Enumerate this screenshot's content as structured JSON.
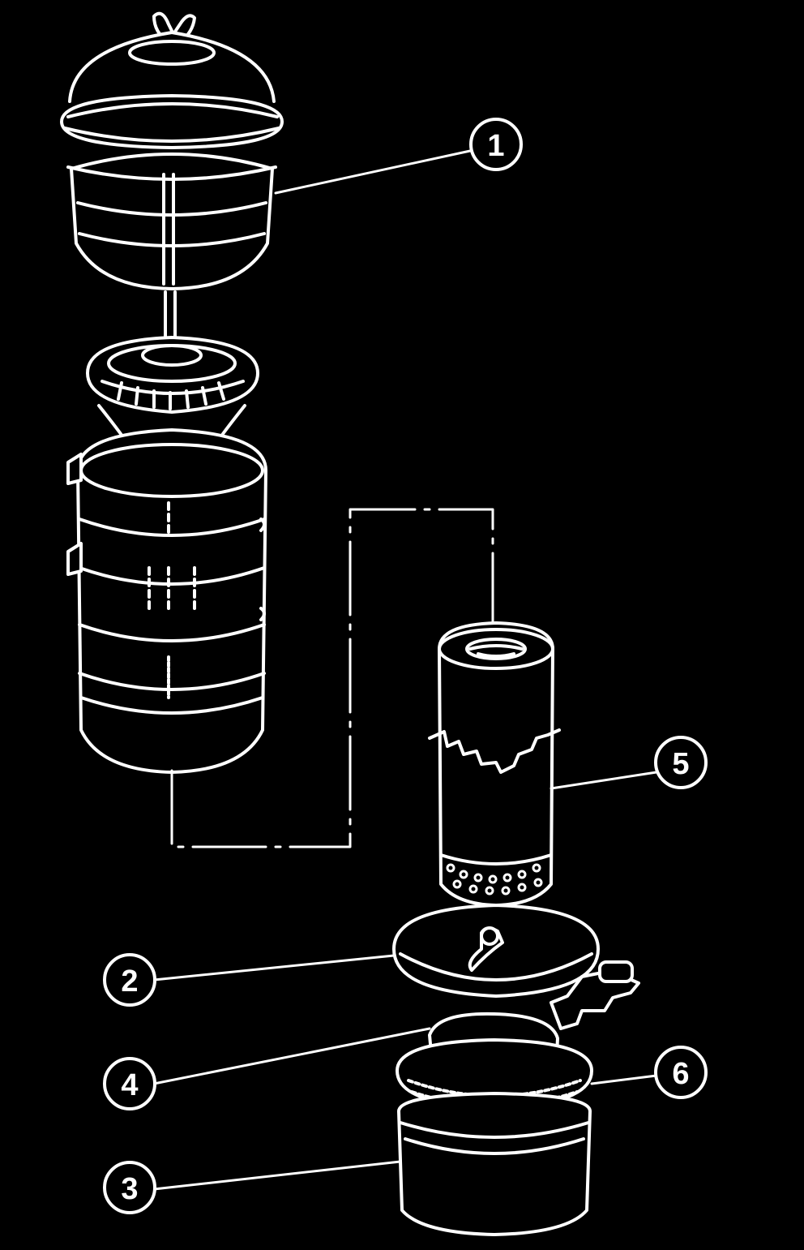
{
  "diagram": {
    "background_color": "#000000",
    "line_color": "#ffffff",
    "callouts": [
      {
        "id": "callout-1",
        "label": "1"
      },
      {
        "id": "callout-2",
        "label": "2"
      },
      {
        "id": "callout-3",
        "label": "3"
      },
      {
        "id": "callout-4",
        "label": "4"
      },
      {
        "id": "callout-5",
        "label": "5"
      },
      {
        "id": "callout-6",
        "label": "6"
      }
    ]
  }
}
